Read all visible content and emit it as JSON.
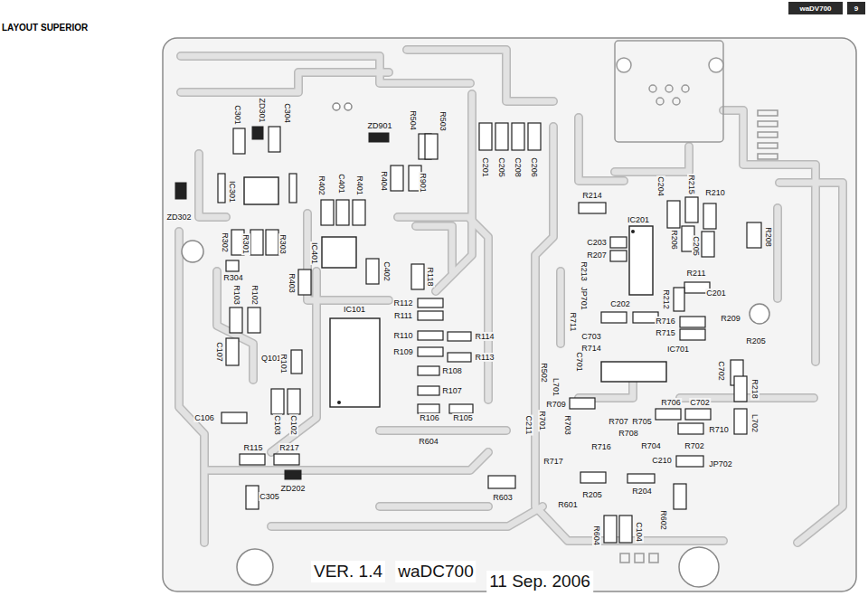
{
  "diagram": {
    "title": "LAYOUT SUPERIOR",
    "nodes": [
      {
        "text": [
          "waDV700"
        ]
      },
      {
        "text": [
          "9"
        ]
      }
    ],
    "labels": [
      "C301",
      "ZD301",
      "C304",
      "ZD901",
      "R504",
      "R503",
      "C201",
      "C205",
      "C208",
      "C206",
      "R404",
      "R901",
      "R402",
      "C401",
      "R401",
      "IC301",
      "ZD302",
      "R302",
      "R301",
      "R303",
      "R304",
      "IC401",
      "C402",
      "R403",
      "R118",
      "R103",
      "R102",
      "IC101",
      "R112",
      "R111",
      "R110",
      "R109",
      "R114",
      "R113",
      "R108",
      "R107",
      "R106",
      "R105",
      "R604",
      "C107",
      "Q101",
      "R101",
      "C106",
      "C103",
      "C102",
      "R115",
      "R217",
      "ZD202",
      "C305",
      "R214",
      "C204",
      "IC201",
      "R215",
      "R210",
      "R208",
      "C203",
      "R207",
      "R206",
      "C205",
      "R211",
      "C201",
      "R213",
      "JP701",
      "R212",
      "C202",
      "R209",
      "R711",
      "R716",
      "R715",
      "C703",
      "R714",
      "R205",
      "IC701",
      "C701",
      "R502",
      "C702",
      "L701",
      "R709",
      "R706",
      "C702",
      "R218",
      "L702",
      "C211",
      "R701",
      "R703",
      "R707",
      "R705",
      "R708",
      "R710",
      "R716",
      "R704",
      "R702",
      "C210",
      "JP702",
      "R717",
      "R205",
      "R204",
      "R601",
      "R602",
      "R603",
      "R604",
      "C104",
      "VER. 1.4",
      "waDC700",
      "11 Sep. 2006"
    ]
  }
}
